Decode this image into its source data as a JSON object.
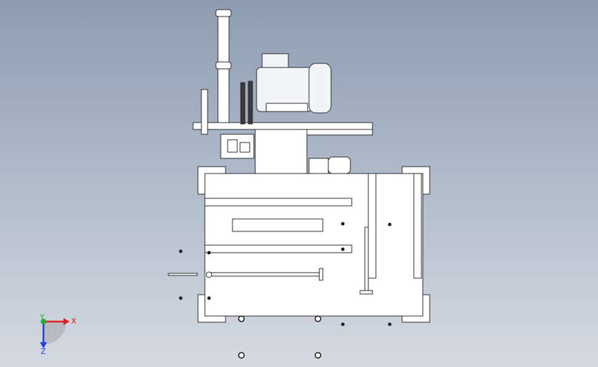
{
  "colors": {
    "background_top": "#8e9cb2",
    "background_bottom": "#d4dae3",
    "part_fill": "#ffffff",
    "part_stroke": "#2a2a2a",
    "motor_fill": "#f2f4f8",
    "belt_fill": "#3a3a3a",
    "axis_x": "#e02020",
    "axis_y": "#20b040",
    "axis_z": "#2040e0"
  },
  "triad": {
    "x_label": "X",
    "y_label": "Y",
    "z_label": "Z"
  }
}
